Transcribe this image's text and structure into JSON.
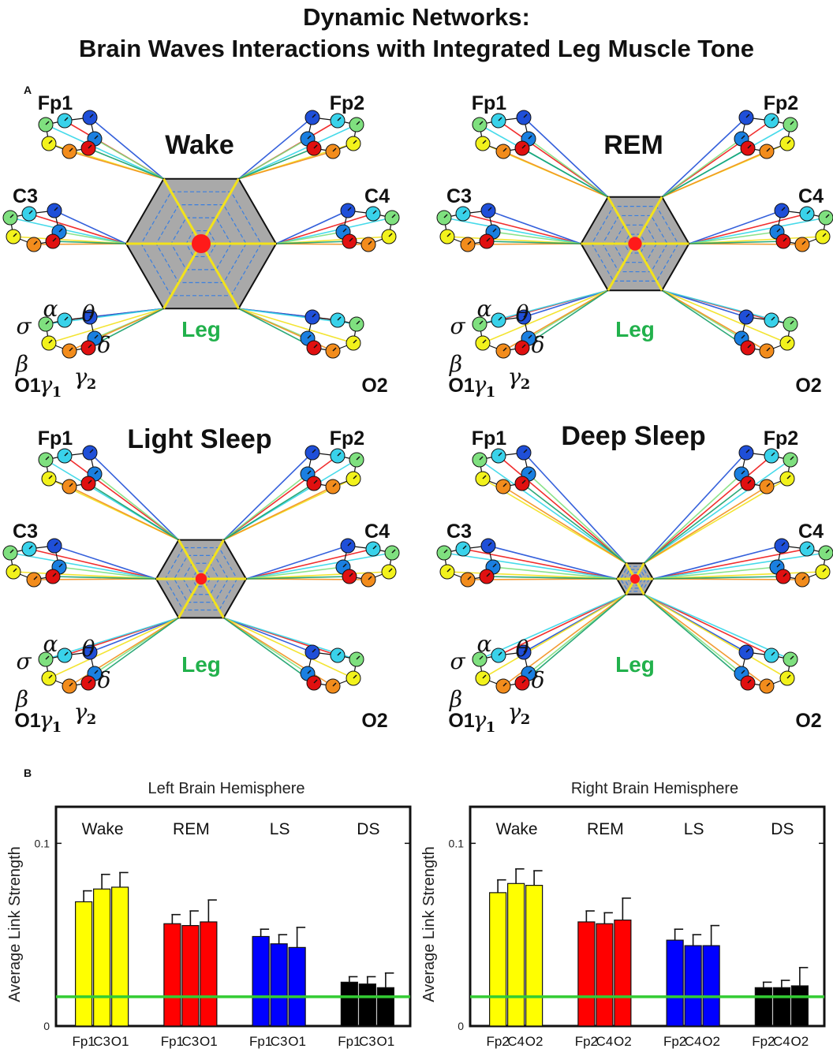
{
  "figure": {
    "title_line1": "Dynamic Networks:",
    "title_line2": "Brain Waves Interactions with Integrated Leg Muscle Tone",
    "panel_a": "A",
    "panel_b": "B"
  },
  "networks": {
    "electrodes": [
      "Fp1",
      "Fp2",
      "C3",
      "C4",
      "O1",
      "O2"
    ],
    "bands": [
      "δ",
      "θ",
      "α",
      "σ",
      "β",
      "γ1",
      "γ2"
    ],
    "band_colors": {
      "δ": "#e8141c",
      "θ": "#1f4fd8",
      "α": "#39d2ea",
      "σ": "#7fe07f",
      "β": "#f2f21c",
      "γ1": "#f28c1c",
      "γ2": "#e01010",
      "extra": "#1a7fe0"
    },
    "leg_label": "Leg",
    "leg_color": "#22b14c",
    "greek_labels": {
      "alpha": "α",
      "theta": "θ",
      "sigma": "σ",
      "delta": "δ",
      "beta": "β",
      "gamma": "γ",
      "sub1": "1",
      "sub2": "2"
    },
    "panels": [
      {
        "state": "Wake",
        "hub_size": 1.0,
        "show_greek": true
      },
      {
        "state": "REM",
        "hub_size": 0.72,
        "show_greek": true
      },
      {
        "state": "Light Sleep",
        "hub_size": 0.6,
        "show_greek": true
      },
      {
        "state": "Deep Sleep",
        "hub_size": 0.24,
        "show_greek": true
      }
    ]
  },
  "chart_data": [
    {
      "type": "bar",
      "title": "Left Brain Hemisphere",
      "ylabel": "Average Link Strength",
      "ylim": [
        0,
        0.12
      ],
      "yticks": [
        "0",
        "0.1"
      ],
      "groups": [
        "Wake",
        "REM",
        "LS",
        "DS"
      ],
      "categories": [
        "Fp1",
        "C3",
        "O1"
      ],
      "series": [
        {
          "name": "Wake",
          "color": "#ffff00",
          "values": [
            0.068,
            0.075,
            0.076
          ],
          "errors": [
            0.006,
            0.008,
            0.008
          ]
        },
        {
          "name": "REM",
          "color": "#ff0000",
          "values": [
            0.056,
            0.055,
            0.057
          ],
          "errors": [
            0.005,
            0.008,
            0.012
          ]
        },
        {
          "name": "LS",
          "color": "#0000ff",
          "values": [
            0.049,
            0.045,
            0.043
          ],
          "errors": [
            0.004,
            0.005,
            0.011
          ]
        },
        {
          "name": "DS",
          "color": "#000000",
          "values": [
            0.024,
            0.023,
            0.021
          ],
          "errors": [
            0.003,
            0.004,
            0.008
          ]
        }
      ],
      "reference_line": {
        "value": 0.016,
        "color": "#33cc33"
      }
    },
    {
      "type": "bar",
      "title": "Right Brain Hemisphere",
      "ylabel": "Average Link Strength",
      "ylim": [
        0,
        0.12
      ],
      "yticks": [
        "0",
        "0.1"
      ],
      "groups": [
        "Wake",
        "REM",
        "LS",
        "DS"
      ],
      "categories": [
        "Fp2",
        "C4",
        "O2"
      ],
      "series": [
        {
          "name": "Wake",
          "color": "#ffff00",
          "values": [
            0.073,
            0.078,
            0.077
          ],
          "errors": [
            0.007,
            0.008,
            0.008
          ]
        },
        {
          "name": "REM",
          "color": "#ff0000",
          "values": [
            0.057,
            0.056,
            0.058
          ],
          "errors": [
            0.006,
            0.006,
            0.012
          ]
        },
        {
          "name": "LS",
          "color": "#0000ff",
          "values": [
            0.047,
            0.044,
            0.044
          ],
          "errors": [
            0.006,
            0.006,
            0.011
          ]
        },
        {
          "name": "DS",
          "color": "#000000",
          "values": [
            0.021,
            0.021,
            0.022
          ],
          "errors": [
            0.003,
            0.004,
            0.01
          ]
        }
      ],
      "reference_line": {
        "value": 0.016,
        "color": "#33cc33"
      }
    }
  ]
}
